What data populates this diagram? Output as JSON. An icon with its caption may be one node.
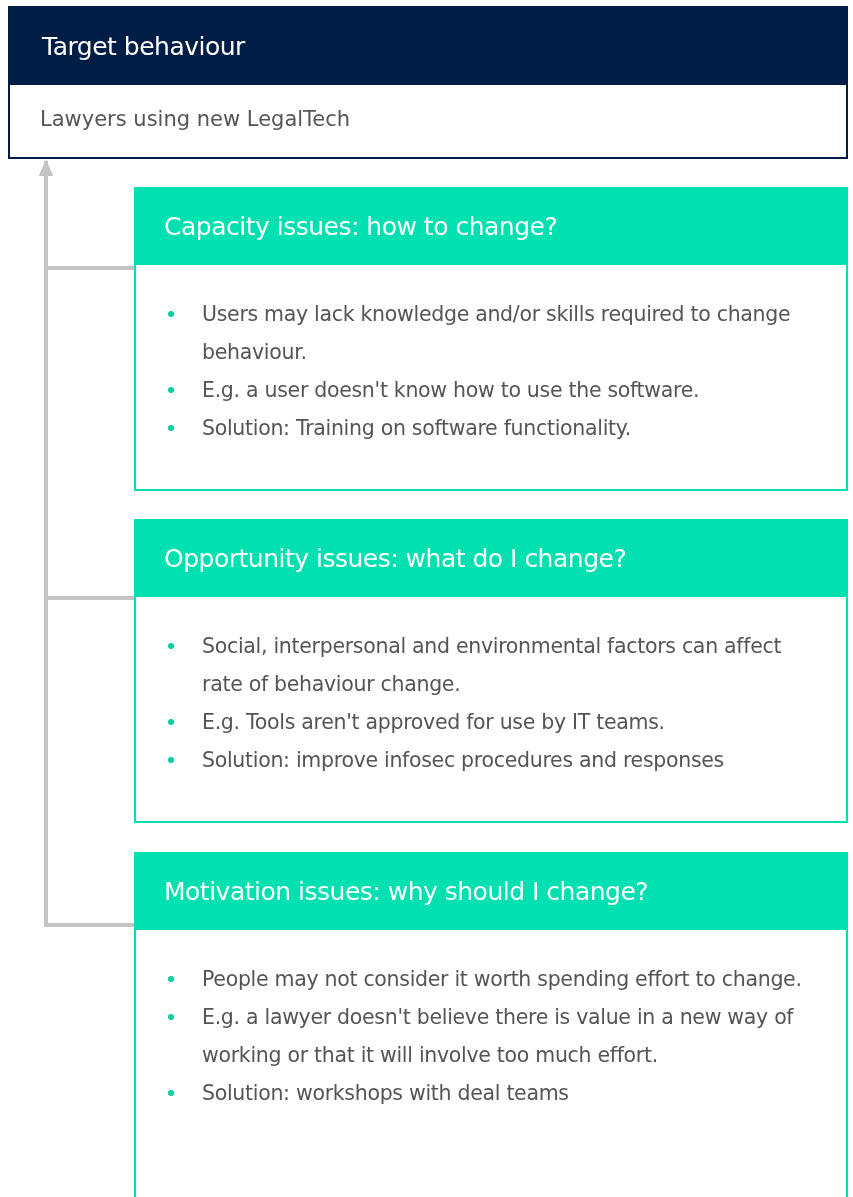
{
  "diagram": {
    "nodes": [
      {
        "text": [
          "Target behaviour",
          "Lawyers using new LegalTech"
        ]
      },
      {
        "text": [
          "Capacity issues: how to change?",
          "Users may lack knowledge and/or skills required to change behaviour.",
          "E.g. a user doesn't know how to use the software.",
          "Solution: Training on software functionality."
        ]
      },
      {
        "text": [
          "Opportunity issues: what do I change?",
          "Social, interpersonal and environmental factors can affect rate of behaviour change.",
          "E.g. Tools aren't approved for use by IT teams.",
          "Solution: improve infosec procedures and responses"
        ]
      },
      {
        "text": [
          "Motivation issues: why should I change?",
          "People may not consider it worth spending effort to change.",
          "E.g. a lawyer doesn't believe there is value in a new way of working or that it will involve too much effort.",
          "Solution: workshops with deal teams"
        ]
      }
    ],
    "edges": [
      {
        "from": 1,
        "to": 0,
        "arrow": "to"
      },
      {
        "from": 2,
        "to": 0,
        "arrow": "to"
      },
      {
        "from": 3,
        "to": 0,
        "arrow": "to"
      }
    ]
  }
}
